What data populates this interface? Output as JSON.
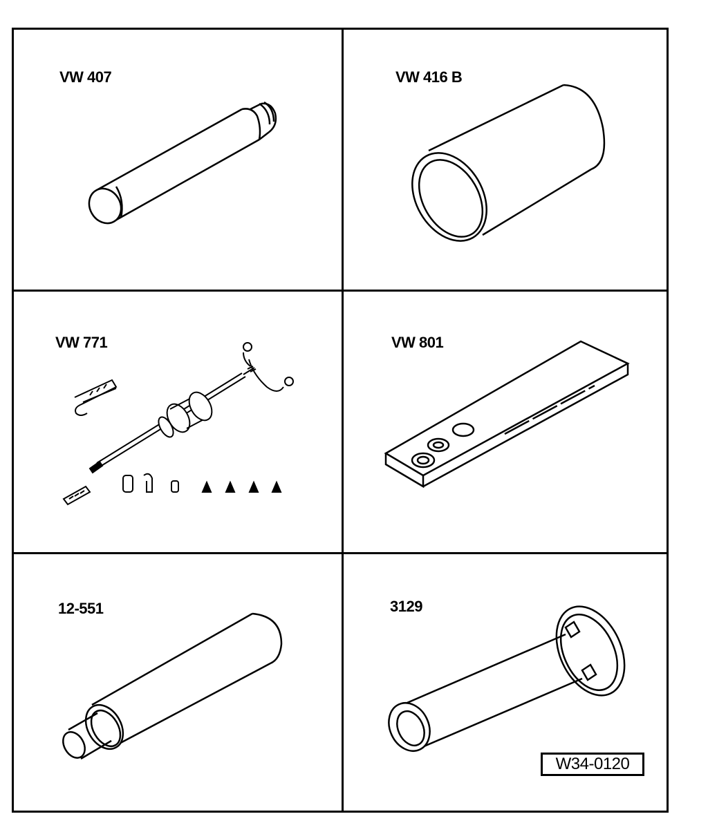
{
  "tools": [
    {
      "label": "VW 407"
    },
    {
      "label": "VW 416 B"
    },
    {
      "label": "VW 771"
    },
    {
      "label": "VW 801"
    },
    {
      "label": "12-551"
    },
    {
      "label": "3129"
    }
  ],
  "reference": "W34-0120",
  "colors": {
    "line": "#000000",
    "background": "#ffffff"
  }
}
